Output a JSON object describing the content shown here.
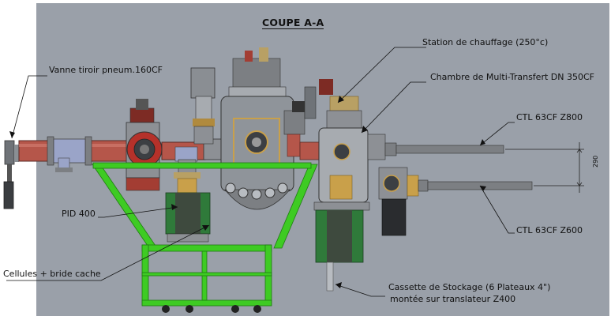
{
  "drawing": {
    "title": "COUPE A-A",
    "labels": {
      "vanne": "Vanne tiroir pneum.160CF",
      "station": "Station de chauffage (250°c)",
      "chambre": "Chambre de Multi-Transfert DN 350CF",
      "ctl_z800": "CTL 63CF Z800",
      "ctl_z600": "CTL 63CF Z600",
      "pid": "PID 400",
      "cellules": "Cellules + bride cache",
      "cassette_line1": "Cassette de Stockage (6 Plateaux 4\")",
      "cassette_line2": "montée sur translateur Z400",
      "dimension": "290"
    },
    "colors": {
      "background_panel": "#9aa0a9",
      "frame_green": "#3ecb23",
      "pipe_red": "#b5564a",
      "steel": "#a7abb0",
      "brass": "#c9a04a",
      "coil_green": "#2f7a3a"
    }
  }
}
